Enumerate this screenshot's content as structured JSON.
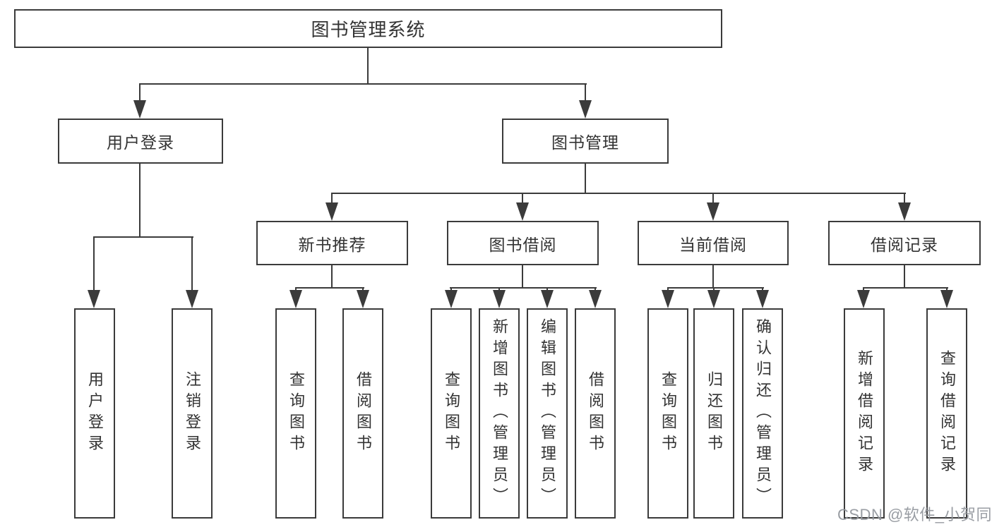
{
  "tree": {
    "root": {
      "label": "图书管理系统"
    },
    "branches": [
      {
        "label": "用户登录",
        "children": [
          {
            "label": "用户登录"
          },
          {
            "label": "注销登录"
          }
        ]
      },
      {
        "label": "图书管理",
        "groups": [
          {
            "label": "新书推荐",
            "children": [
              {
                "label": "查询图书"
              },
              {
                "label": "借阅图书"
              }
            ]
          },
          {
            "label": "图书借阅",
            "children": [
              {
                "label": "查询图书"
              },
              {
                "label": "新增图书（管理员）"
              },
              {
                "label": "编辑图书（管理员）"
              },
              {
                "label": "借阅图书"
              }
            ]
          },
          {
            "label": "当前借阅",
            "children": [
              {
                "label": "查询图书"
              },
              {
                "label": "归还图书"
              },
              {
                "label": "确认归还（管理员）"
              }
            ]
          },
          {
            "label": "借阅记录",
            "children": [
              {
                "label": "新增借阅记录"
              },
              {
                "label": "查询借阅记录"
              }
            ]
          }
        ]
      }
    ]
  },
  "watermark": {
    "text": "CSDN @软件_小贺同学"
  },
  "colors": {
    "line": "#3b3b3b",
    "text": "#333333",
    "background": "#ffffff"
  }
}
